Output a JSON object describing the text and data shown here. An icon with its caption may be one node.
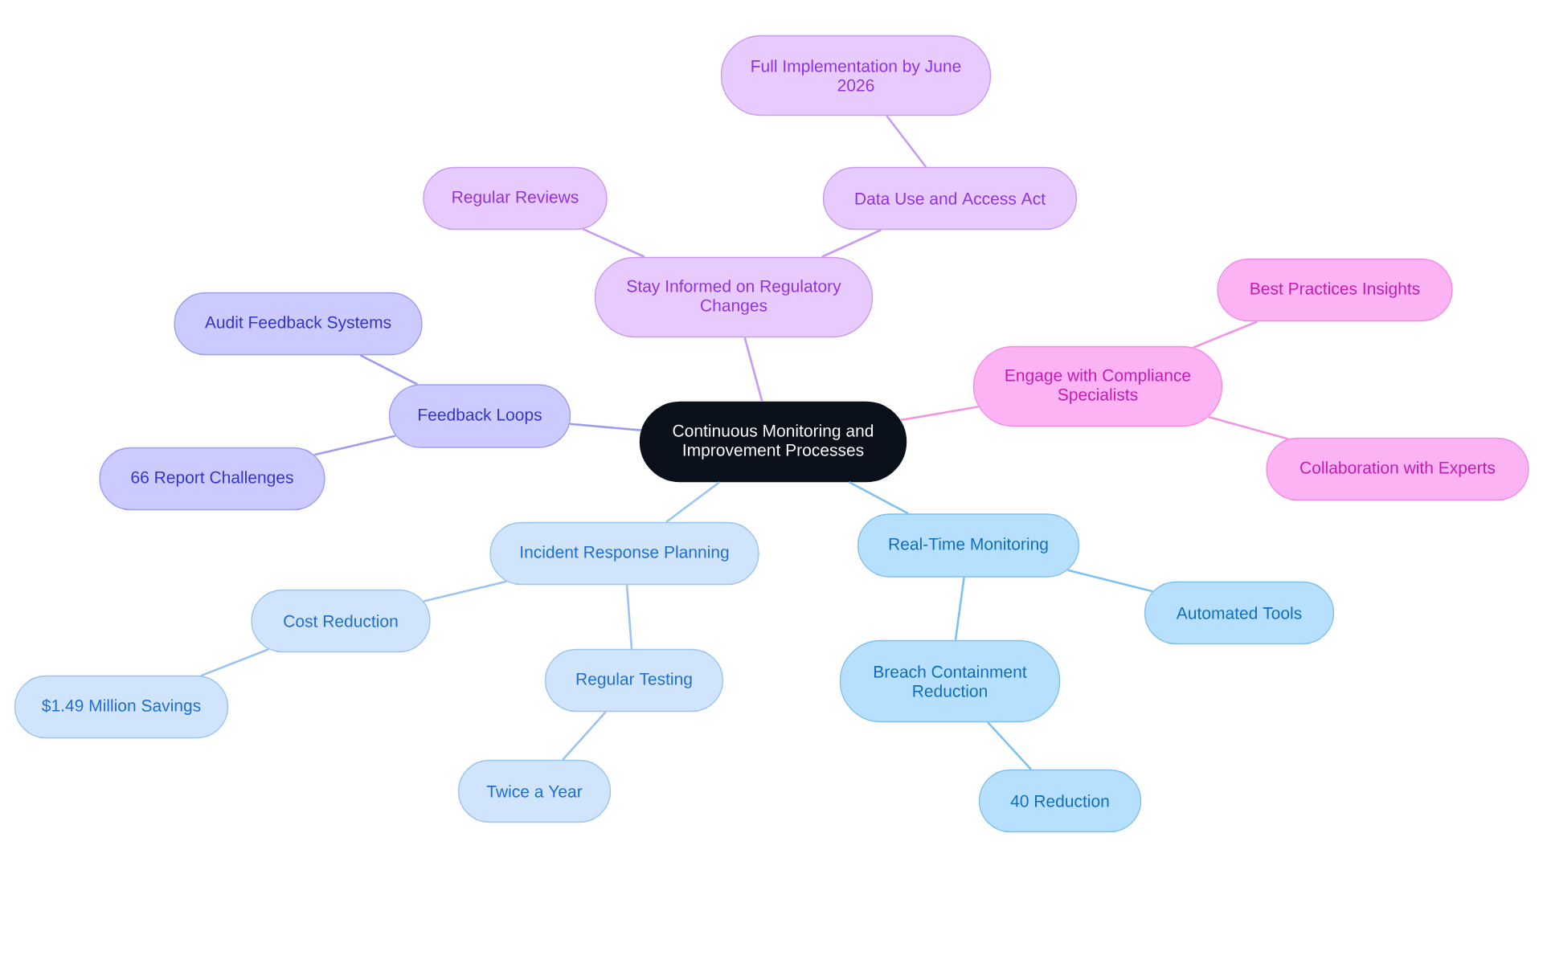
{
  "diagram": {
    "nodes": [
      {
        "text": [
          "Continuous Monitoring and Improvement Processes"
        ]
      },
      {
        "text": [
          "Stay Informed on Regulatory Changes"
        ]
      },
      {
        "text": [
          "Regular Reviews"
        ]
      },
      {
        "text": [
          "Data Use and Access Act"
        ]
      },
      {
        "text": [
          "Full Implementation by June 2026"
        ]
      },
      {
        "text": [
          "Engage with Compliance Specialists"
        ]
      },
      {
        "text": [
          "Best Practices Insights"
        ]
      },
      {
        "text": [
          "Collaboration with Experts"
        ]
      },
      {
        "text": [
          "Feedback Loops"
        ]
      },
      {
        "text": [
          "Audit Feedback Systems"
        ]
      },
      {
        "text": [
          "66 Report Challenges"
        ]
      },
      {
        "text": [
          "Incident Response Planning"
        ]
      },
      {
        "text": [
          "Cost Reduction"
        ]
      },
      {
        "text": [
          "$1.49 Million Savings"
        ]
      },
      {
        "text": [
          "Regular Testing"
        ]
      },
      {
        "text": [
          "Twice a Year"
        ]
      },
      {
        "text": [
          "Real-Time Monitoring"
        ]
      },
      {
        "text": [
          "Automated Tools"
        ]
      },
      {
        "text": [
          "Breach Containment Reduction"
        ]
      },
      {
        "text": [
          "40 Reduction"
        ]
      }
    ],
    "edges": [
      {
        "from": 0,
        "to": 1,
        "arrow": "none",
        "color": "#c99af2"
      },
      {
        "from": 1,
        "to": 2,
        "arrow": "none",
        "color": "#c99af2"
      },
      {
        "from": 1,
        "to": 3,
        "arrow": "none",
        "color": "#c99af2"
      },
      {
        "from": 3,
        "to": 4,
        "arrow": "none",
        "color": "#c99af2"
      },
      {
        "from": 0,
        "to": 5,
        "arrow": "none",
        "color": "#f295e2"
      },
      {
        "from": 5,
        "to": 6,
        "arrow": "none",
        "color": "#f295e2"
      },
      {
        "from": 5,
        "to": 7,
        "arrow": "none",
        "color": "#f295e2"
      },
      {
        "from": 0,
        "to": 8,
        "arrow": "none",
        "color": "#9d9df0"
      },
      {
        "from": 8,
        "to": 9,
        "arrow": "none",
        "color": "#9d9df0"
      },
      {
        "from": 8,
        "to": 10,
        "arrow": "none",
        "color": "#9d9df0"
      },
      {
        "from": 0,
        "to": 11,
        "arrow": "none",
        "color": "#9cc4f0"
      },
      {
        "from": 11,
        "to": 12,
        "arrow": "none",
        "color": "#9cc4f0"
      },
      {
        "from": 12,
        "to": 13,
        "arrow": "none",
        "color": "#9cc4f0"
      },
      {
        "from": 11,
        "to": 14,
        "arrow": "none",
        "color": "#9cc4f0"
      },
      {
        "from": 14,
        "to": 15,
        "arrow": "none",
        "color": "#9cc4f0"
      },
      {
        "from": 0,
        "to": 16,
        "arrow": "none",
        "color": "#80c0f0"
      },
      {
        "from": 16,
        "to": 17,
        "arrow": "none",
        "color": "#80c0f0"
      },
      {
        "from": 16,
        "to": 18,
        "arrow": "none",
        "color": "#80c0f0"
      },
      {
        "from": 18,
        "to": 19,
        "arrow": "none",
        "color": "#80c0f0"
      }
    ]
  }
}
